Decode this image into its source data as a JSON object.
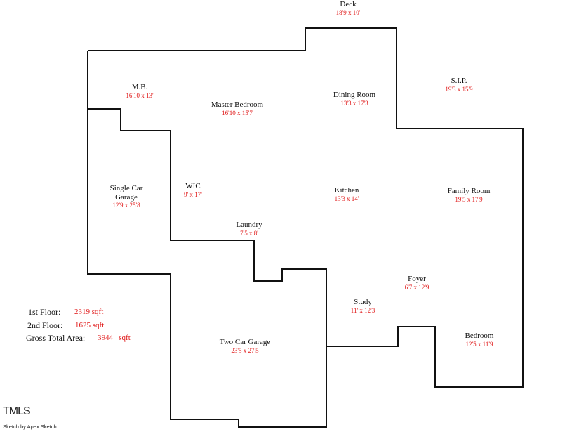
{
  "rooms": [
    {
      "name": "Deck",
      "dims": "18'9 x 10'"
    },
    {
      "name": "M.B.",
      "dims": "16'10 x 13'"
    },
    {
      "name": "Master Bedroom",
      "dims": "16'10 x 15'7"
    },
    {
      "name": "Dining Room",
      "dims": "13'3 x 17'3"
    },
    {
      "name": "S.I.P.",
      "dims": "19'3 x 15'9"
    },
    {
      "name": "Single Car Garage",
      "dims": "12'9 x 25'8"
    },
    {
      "name": "WIC",
      "dims": "9' x 17'"
    },
    {
      "name": "Kitchen",
      "dims": "13'3 x 14'"
    },
    {
      "name": "Family Room",
      "dims": "19'5 x 17'9"
    },
    {
      "name": "Laundry",
      "dims": "7'5 x 8'"
    },
    {
      "name": "Foyer",
      "dims": "6'7 x 12'9"
    },
    {
      "name": "Study",
      "dims": "11' x 12'3"
    },
    {
      "name": "Two Car Garage",
      "dims": "23'5 x 27'5"
    },
    {
      "name": "Bedroom",
      "dims": "12'5 x 11'9"
    }
  ],
  "areas": [
    {
      "label": "1st Floor:",
      "value": "2319 sqft"
    },
    {
      "label": "2nd Floor:",
      "value": "1625  sqft"
    },
    {
      "label": "Gross Total Area:",
      "value": "3944   sqft"
    }
  ],
  "logo": "TMLS",
  "credit": "Sketch by Apex Sketch"
}
